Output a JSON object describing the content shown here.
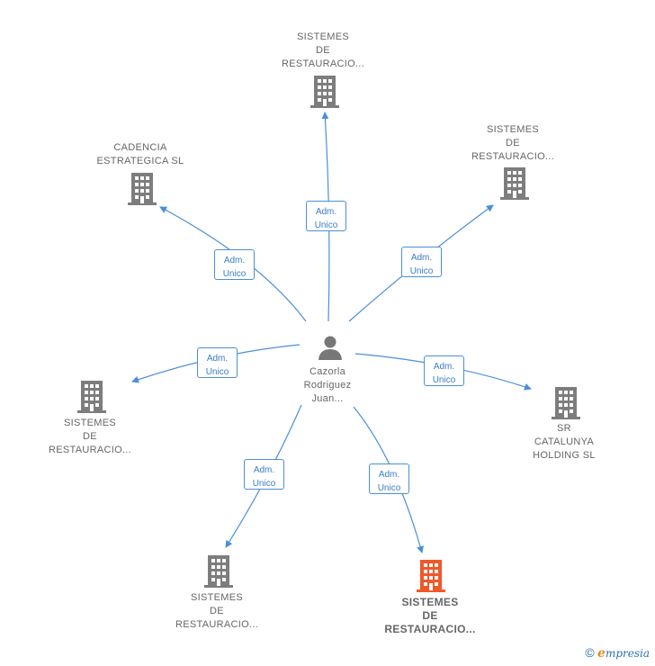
{
  "center": {
    "name_lines": [
      "Cazorla",
      "Rodriguez",
      "Juan..."
    ]
  },
  "role_label_lines": [
    "Adm.",
    "Unico"
  ],
  "nodes": [
    {
      "id": "top",
      "lines": [
        "SISTEMES",
        "DE",
        "RESTAURACIO..."
      ],
      "highlight": false
    },
    {
      "id": "upper-right",
      "lines": [
        "SISTEMES",
        "DE",
        "RESTAURACIO..."
      ],
      "highlight": false
    },
    {
      "id": "upper-left",
      "lines": [
        "CADENCIA",
        "ESTRATEGICA SL"
      ],
      "highlight": false
    },
    {
      "id": "left",
      "lines": [
        "SISTEMES",
        "DE",
        "RESTAURACIO..."
      ],
      "highlight": false
    },
    {
      "id": "right",
      "lines": [
        "SR",
        "CATALUNYA",
        "HOLDING SL"
      ],
      "highlight": false
    },
    {
      "id": "bottom-left",
      "lines": [
        "SISTEMES",
        "DE",
        "RESTAURACIO..."
      ],
      "highlight": false
    },
    {
      "id": "bottom-right",
      "lines": [
        "SISTEMES",
        "DE",
        "RESTAURACIO..."
      ],
      "highlight": true
    }
  ],
  "colors": {
    "building": "#7d7d7d",
    "building_highlight": "#f0582a",
    "edge": "#4a8fd8",
    "person": "#777777"
  },
  "footer": {
    "copyright_symbol": "©",
    "brand_initial": "e",
    "brand_rest": "mpresia"
  }
}
